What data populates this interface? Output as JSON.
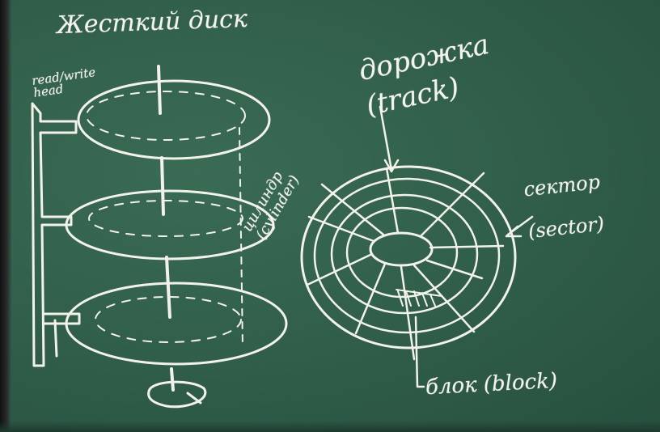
{
  "board": {
    "title": "Жесткий диск",
    "read_write_head_label": "read/write head",
    "cylinder_label": "цилиндр (cylinder)",
    "track_label": "дорожка (track)",
    "sector_label": "сектор (sector)",
    "block_label": "блок (block)"
  },
  "colors": {
    "board": "#2f5d49",
    "chalk": "#f2f2ea"
  },
  "drawing": {
    "platter_count": 3,
    "track_rings": 4,
    "sector_spokes": 10
  }
}
